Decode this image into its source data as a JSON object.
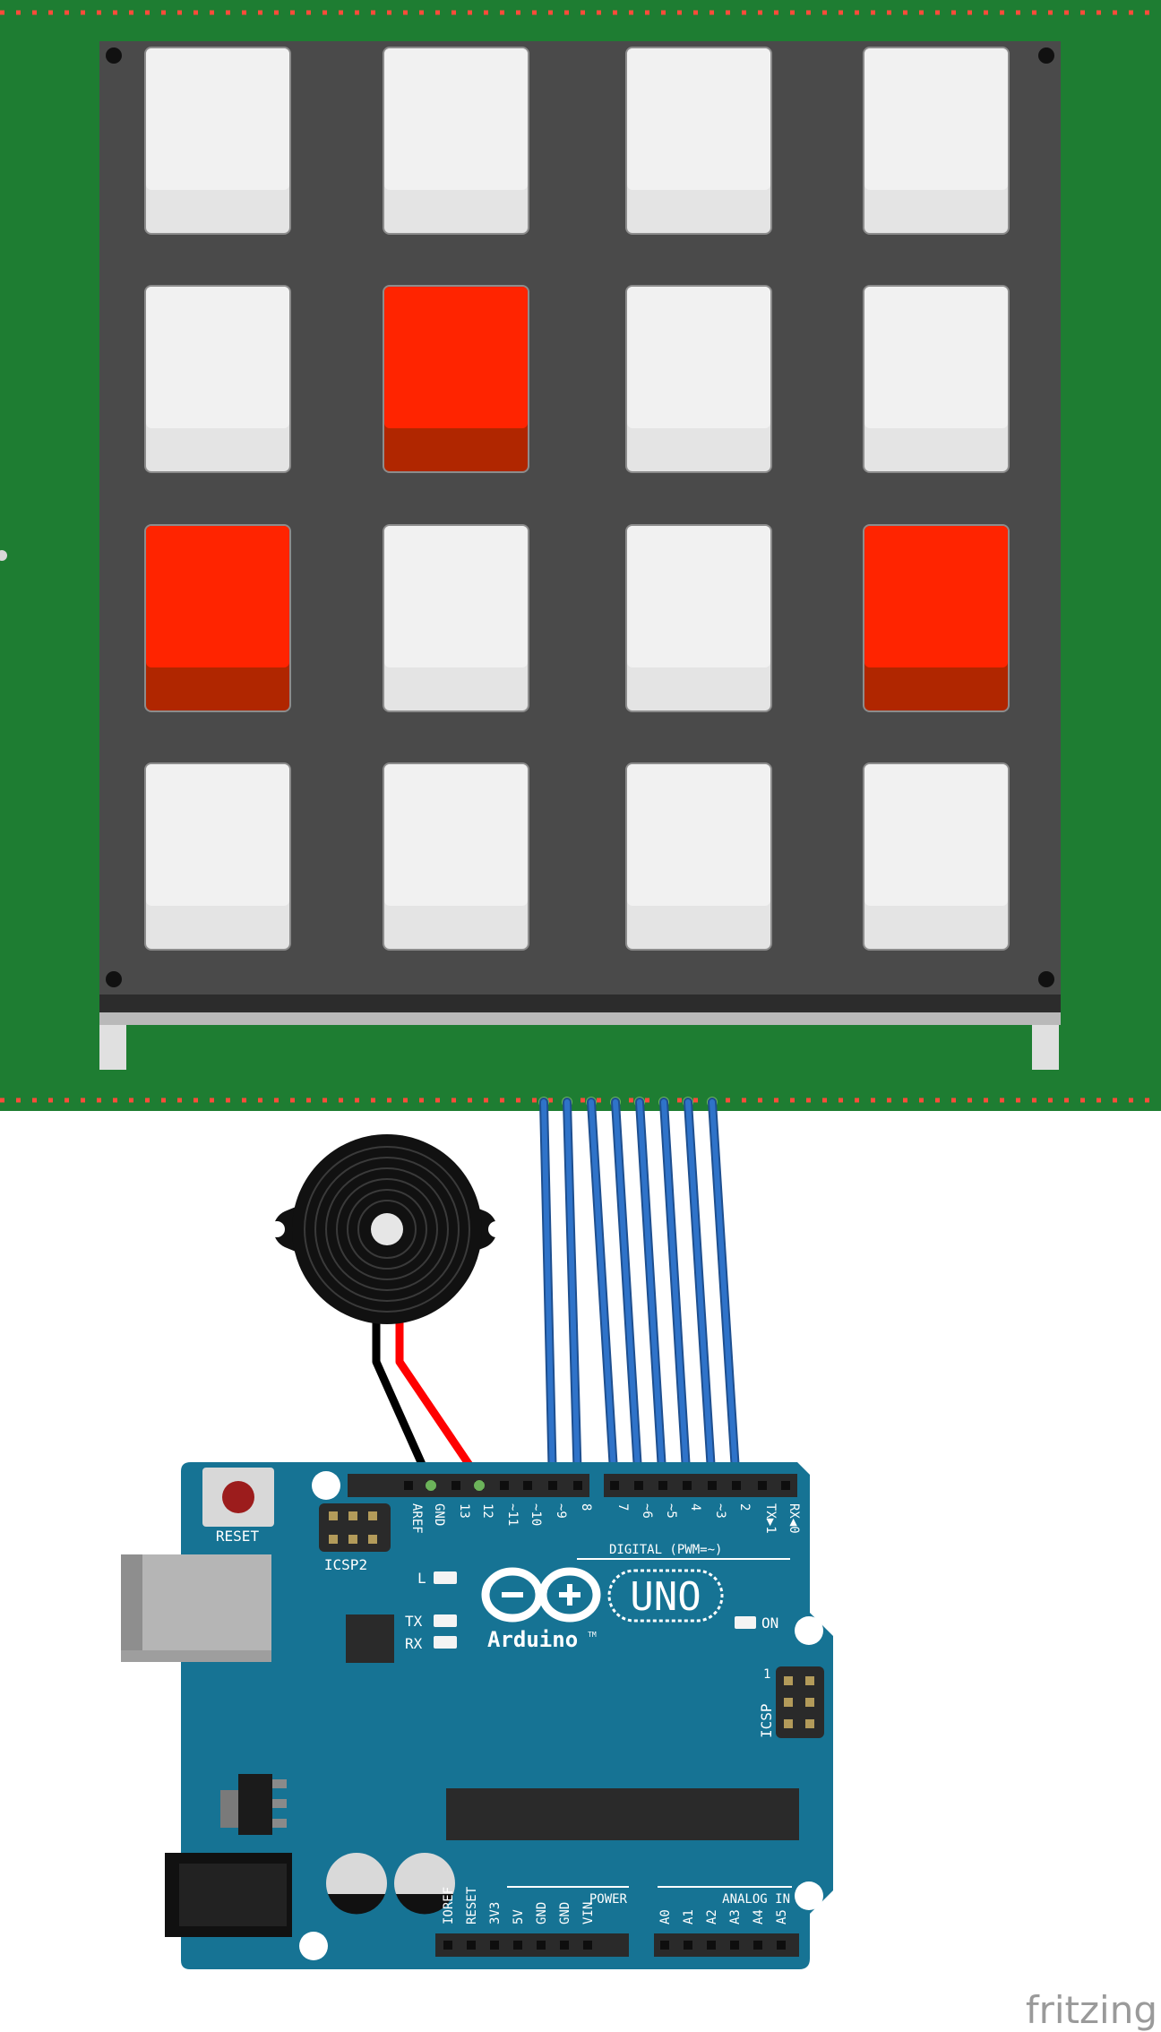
{
  "keypad": {
    "rows": [
      [
        "off",
        "off",
        "off",
        "off"
      ],
      [
        "off",
        "on",
        "off",
        "off"
      ],
      [
        "on",
        "off",
        "off",
        "on"
      ],
      [
        "off",
        "off",
        "off",
        "off"
      ]
    ],
    "colors": {
      "pcb": "#1e7d32",
      "frame": "#4a4a4a",
      "key_off": "#f1f1f1",
      "key_off_low": "#e4e4e4",
      "key_on": "#ff2400",
      "key_on_low": "#b02600"
    }
  },
  "arduino": {
    "reset_label": "RESET",
    "icsp2_label": "ICSP2",
    "icsp_label": "ICSP",
    "icsp_pin1_label": "1",
    "l_label": "L",
    "tx_label": "TX",
    "rx_label": "RX",
    "on_label": "ON",
    "logo_text": "Arduino",
    "tm_label": "TM",
    "uno_label": "UNO",
    "digital_header": "DIGITAL (PWM=~)",
    "digital_pins": [
      "AREF",
      "GND",
      "13",
      "12",
      "~11",
      "~10",
      "~9",
      "8",
      "7",
      "~6",
      "~5",
      "4",
      "~3",
      "2",
      "TX▶1",
      "RX◀0"
    ],
    "power_header": "POWER",
    "power_pins": [
      "IOREF",
      "RESET",
      "3V3",
      "5V",
      "GND",
      "GND",
      "VIN"
    ],
    "analog_header": "ANALOG IN",
    "analog_pins": [
      "A0",
      "A1",
      "A2",
      "A3",
      "A4",
      "A5"
    ],
    "colors": {
      "board": "#167394",
      "silk": "#ffffff"
    }
  },
  "wires": {
    "keypad_to_pins": [
      "9",
      "8",
      "7",
      "6",
      "5",
      "4",
      "3",
      "2"
    ],
    "buzzer_gnd": "GND",
    "buzzer_signal": "12",
    "colors": {
      "signal": "#2f73c9",
      "black": "#000000",
      "red": "#ff0000"
    }
  },
  "watermark": "fritzing"
}
